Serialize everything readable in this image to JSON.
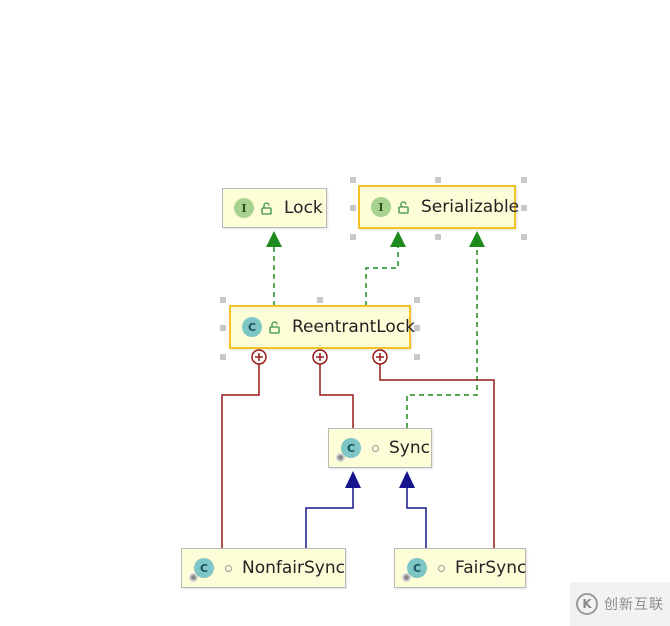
{
  "colors": {
    "implements_edge": "#1e8a1e",
    "extends_edge": "#16168c",
    "inner_edge": "#991a1a",
    "node_fill": "#fdfdd8",
    "selection": "#f3c224"
  },
  "nodes": {
    "lock": {
      "label": "Lock",
      "kind_letter": "I",
      "kind": "interface"
    },
    "serializable": {
      "label": "Serializable",
      "kind_letter": "I",
      "kind": "interface"
    },
    "reentrantlock": {
      "label": "ReentrantLock",
      "kind_letter": "C",
      "kind": "class"
    },
    "sync": {
      "label": "Sync",
      "kind_letter": "C",
      "kind": "abstract-class"
    },
    "nonfairsync": {
      "label": "NonfairSync",
      "kind_letter": "C",
      "kind": "abstract-class"
    },
    "fairsync": {
      "label": "FairSync",
      "kind_letter": "C",
      "kind": "abstract-class"
    }
  },
  "edges": [
    {
      "from": "reentrantlock",
      "to": "lock",
      "type": "implements"
    },
    {
      "from": "reentrantlock",
      "to": "serializable",
      "type": "implements"
    },
    {
      "from": "sync",
      "to": "serializable",
      "type": "implements"
    },
    {
      "from": "nonfairsync",
      "to": "sync",
      "type": "extends"
    },
    {
      "from": "fairsync",
      "to": "sync",
      "type": "extends"
    },
    {
      "from": "nonfairsync",
      "to": "reentrantlock",
      "type": "inner-class"
    },
    {
      "from": "sync",
      "to": "reentrantlock",
      "type": "inner-class"
    },
    {
      "from": "fairsync",
      "to": "reentrantlock",
      "type": "inner-class"
    }
  ],
  "icons": {
    "public": "unlocked-icon",
    "package_private": "package-private-icon",
    "abstract": "abstract-gear-icon",
    "inner_marker": "circle-plus-icon"
  },
  "watermark": {
    "logo_glyph": "K",
    "text": "创新互联"
  }
}
